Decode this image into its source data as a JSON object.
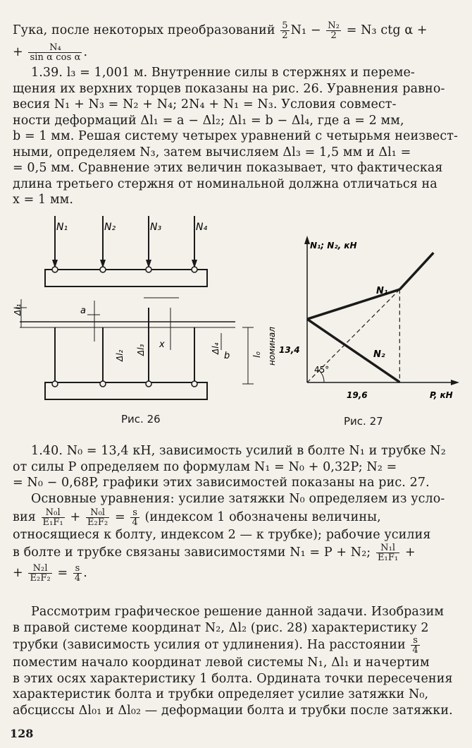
{
  "top": {
    "l1": "Гука, после некоторых преобразований ",
    "eq1": "N₁ − ",
    "eq1b": " = N₃ ctg α +",
    "l2": "+ ",
    "f1": {
      "n": "5",
      "d": "2"
    },
    "f2": {
      "n": "N₂",
      "d": "2"
    },
    "f3": {
      "n": "N₄",
      "d": "sin α cos α"
    }
  },
  "p139": [
    "1.39. l₃ = 1,001 м. Внутренние силы в стержнях и переме-",
    "щения их верхних торцев показаны на рис. 26. Уравнения равно-",
    "весия N₁ + N₃ = N₂ + N₄; 2N₄ + N₁ = N₃. Условия совмест-",
    "ности деформаций Δl₁ = a − Δl₂; Δl₁ = b − Δl₄, где a = 2 мм,",
    "b = 1 мм. Решая систему четырех уравнений с четырьмя неизвест-",
    "ными, определяем N₃, затем вычисляем Δl₃ = 1,5 мм и Δl₁ =",
    "= 0,5 мм. Сравнение этих величин показывает, что фактическая",
    "длина третьего стержня от номинальной должна отличаться на",
    "x = 1 мм."
  ],
  "fig26": {
    "caption": "Рис. 26",
    "forces": [
      "N₁",
      "N₂",
      "N₃",
      "N₄"
    ],
    "labels": {
      "dl1": "Δl₁",
      "a": "a",
      "dl2": "Δl₂",
      "dl3": "Δl₃",
      "x": "x",
      "dl4": "Δl₄",
      "b": "b",
      "l0": "l₀",
      "nominal": "номинал"
    }
  },
  "fig27": {
    "caption": "Рис. 27",
    "ylabel": "N₁; N₂, кН",
    "xlabel": "P, кН",
    "y0": "13,4",
    "x0": "19,6",
    "angle": "45°",
    "n1": "N₁",
    "n2": "N₂"
  },
  "chart_data": {
    "type": "line",
    "title": "",
    "xlabel": "P, кН",
    "ylabel": "N₁; N₂, кН",
    "series": [
      {
        "name": "N₁",
        "x": [
          0,
          19.6
        ],
        "y": [
          13.4,
          19.67
        ]
      },
      {
        "name": "N₂",
        "x": [
          0,
          19.6
        ],
        "y": [
          13.4,
          0.07
        ]
      }
    ],
    "annotations": [
      "13,4",
      "19,6",
      "45°"
    ]
  },
  "p140": [
    "1.40. N₀ = 13,4 кН, зависимость усилий в болте N₁ и трубке N₂",
    "от силы P определяем по формулам N₁ = N₀ + 0,32P; N₂ =",
    "= N₀ − 0,68P, графики этих зависимостей показаны на рис. 27.",
    "Основные уравнения: усилие затяжки N₀ определяем из усло-"
  ],
  "p140b": {
    "vi": "вия ",
    "fa": {
      "n": "N₀l",
      "d": "E₁F₁"
    },
    "fb": {
      "n": "N₀l",
      "d": "E₂F₂"
    },
    "fs": {
      "n": "s",
      "d": "4"
    },
    "rest": " (индексом 1 обозначены величины,",
    "l2": "относящиеся к болту, индексом 2 — к трубке); рабочие усилия",
    "l3": "в болте и трубке связаны зависимостями N₁ = P + N₂; ",
    "fc": {
      "n": "N₁l",
      "d": "E₁F₁"
    },
    "l3end": " +",
    "l4pre": "+ ",
    "fd": {
      "n": "N₂l",
      "d": "E₂F₂"
    },
    "l4end": "."
  },
  "p141": [
    "Рассмотрим графическое решение данной задачи. Изобразим",
    "в правой системе координат N₂, Δl₂ (рис. 28) характеристику 2",
    "трубки (зависимость усилия от удлинения). На расстоянии ",
    "поместим начало координат левой системы N₁, Δl₁ и начертим",
    "в этих осях характеристику 1 болта. Ордината точки пересечения",
    "характеристик болта и трубки определяет усилие затяжки N₀,",
    "абсциссы Δl₀₁ и Δl₀₂ — деформации болта и трубки после затяжки."
  ],
  "page_number": "128"
}
